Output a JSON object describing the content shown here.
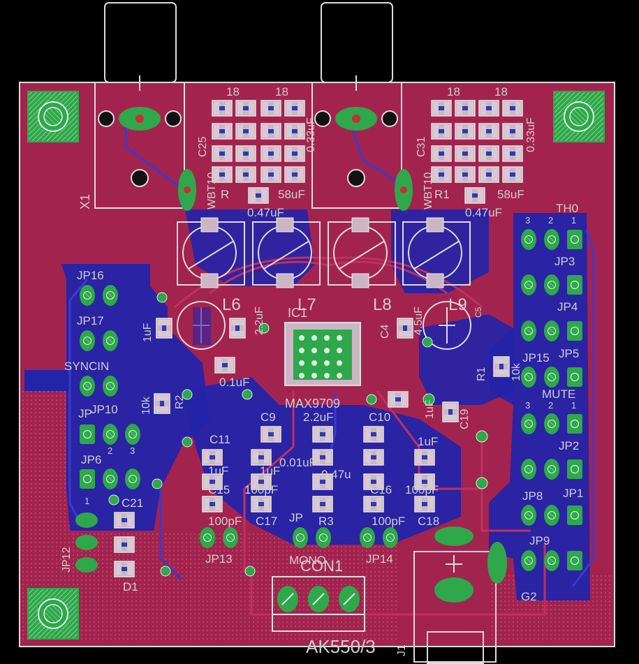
{
  "board": {
    "background": "#000000",
    "copper_top": "#a3234f",
    "copper_bottom": "#2424a8",
    "pad_green": "#2ea84a",
    "silk_color": "#d0d0d0",
    "outline_color": "#ececec"
  },
  "labels": {
    "x1": "X1",
    "c25": "C25",
    "wbt1": "WBT10",
    "r_left": "R",
    "cap58_left": "58uF",
    "cap047_left": "0.47uF",
    "c31": "C31",
    "wbt2": "WBT10",
    "r_right": "R1",
    "cap58_right": "58uF",
    "cap047_right": "0.47uF",
    "v18a": "18",
    "v18b": "18",
    "v18c": "18",
    "v18d": "18",
    "cap033_left": "0.33uF",
    "cap033_right": "0.33uF",
    "l6": "L6",
    "l7": "L7",
    "l8": "L8",
    "l9": "L9",
    "ic1": "IC1",
    "max": "MAX9709",
    "c4": "C4",
    "c5": "C5",
    "uf1": "1uF",
    "uf22": "2.2uF",
    "uf01": "0.1uF",
    "uf45": "4.5uF",
    "r1": "R1",
    "k10a": "10k",
    "k10b": "10k",
    "r2": "R2",
    "c9": "C9",
    "c10": "C10",
    "uf22b": "2.2uF",
    "c11": "C11",
    "uf1c": "1uF",
    "uf1d": "1uF",
    "pf100a": "100pF",
    "pf100b": "100pF",
    "pf100c": "100pF",
    "pf100d": "100pF",
    "c15": "C15",
    "c16": "C16",
    "c17": "C17",
    "c18": "C18",
    "c19": "C19",
    "uf001": "0.01uF",
    "uf47": "0.47u",
    "jp": "JP",
    "r3": "R3",
    "jp13": "JP13",
    "jp14": "JP14",
    "mono": "MONO",
    "con1": "CON1",
    "ak550": "AK550/3",
    "j1": "J1",
    "jp16": "JP16",
    "jp17": "JP17",
    "syncin": "SYNCIN",
    "jp10": "JP10",
    "jp_left": "JP",
    "jp6": "JP6",
    "c21": "C21",
    "jp12": "JP12",
    "d1": "D1",
    "th0": "TH0",
    "jp3": "JP3",
    "jp4": "JP4",
    "jp5": "JP5",
    "jp15": "JP15",
    "mute": "MUTE",
    "jp2": "JP2",
    "jp8": "JP8",
    "jp1": "JP1",
    "jp9": "JP9",
    "g2": "G2",
    "pin1": "1",
    "pin2": "2",
    "pin3": "3",
    "uf1e": "1uF",
    "uf1f": "1uF"
  }
}
